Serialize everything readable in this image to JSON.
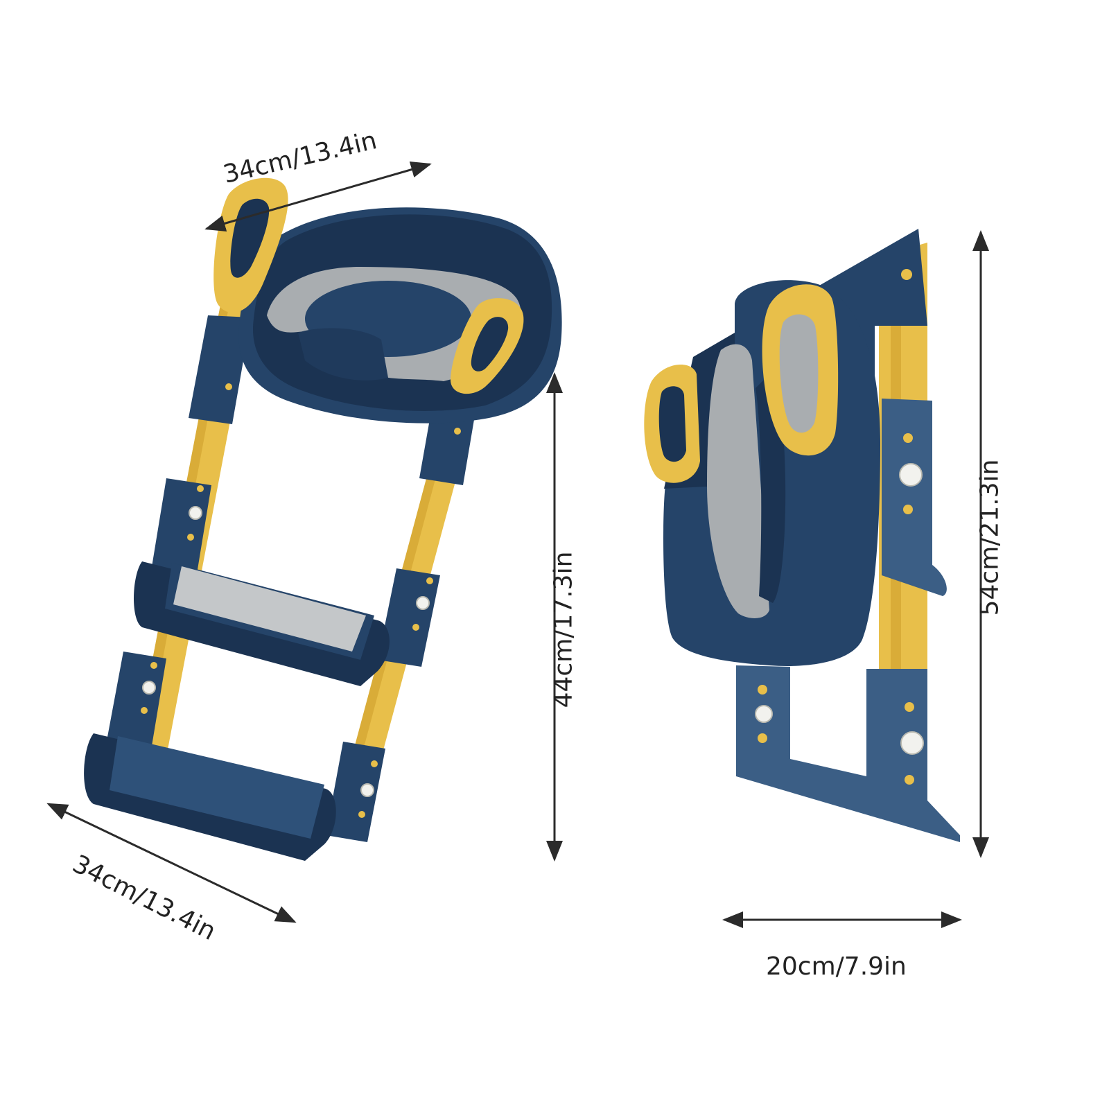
{
  "colors": {
    "navy": "#254469",
    "navy_dark": "#1b3352",
    "navy_light": "#3b5e85",
    "yellow": "#e8bf4a",
    "yellow_dark": "#c99a26",
    "gray_pad": "#a9adb0",
    "gray_light": "#c4c7c9",
    "arrow": "#2b2b2b"
  },
  "dimensions": {
    "seat_width": "34cm/13.4in",
    "step_width": "34cm/13.4in",
    "unfolded_height": "44cm/17.3in",
    "folded_height": "54cm/21.3in",
    "folded_width": "20cm/7.9in"
  }
}
